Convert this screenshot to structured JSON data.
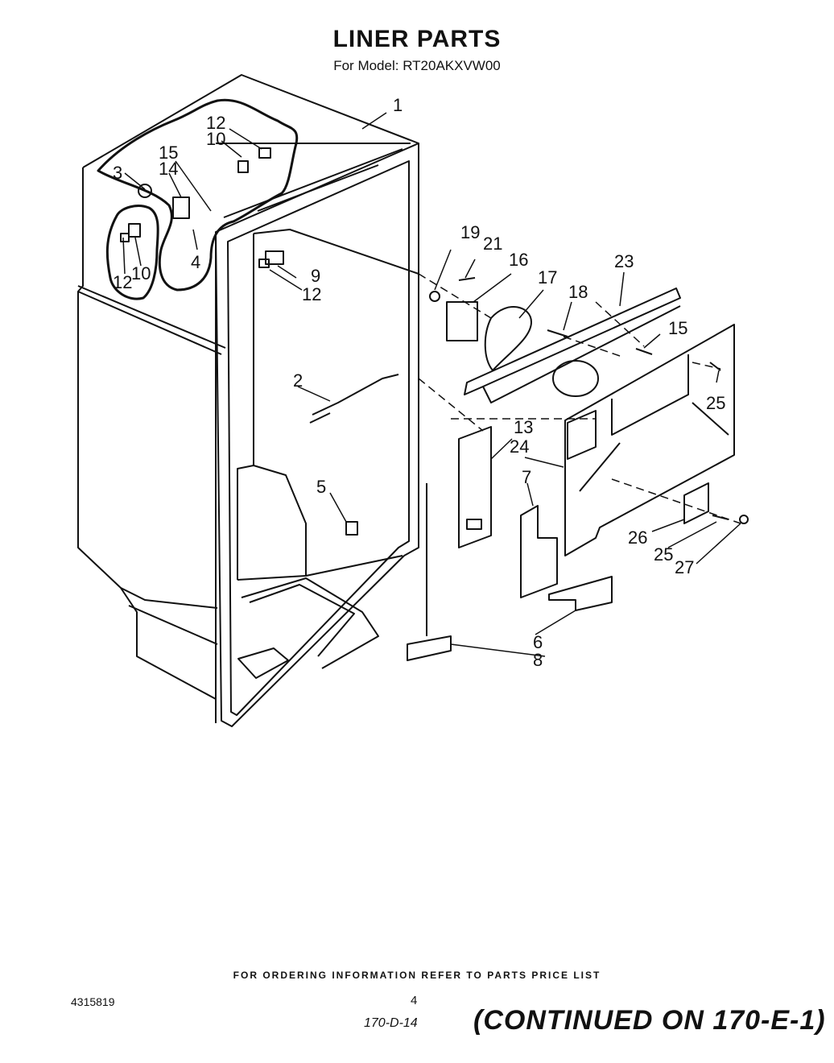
{
  "header": {
    "title": "LINER PARTS",
    "subtitle": "For Model: RT20AKXVW00"
  },
  "callouts": [
    {
      "id": "c1",
      "label": "1"
    },
    {
      "id": "c2",
      "label": "2"
    },
    {
      "id": "c3",
      "label": "3"
    },
    {
      "id": "c4",
      "label": "4"
    },
    {
      "id": "c5",
      "label": "5"
    },
    {
      "id": "c6",
      "label": "6"
    },
    {
      "id": "c7",
      "label": "7"
    },
    {
      "id": "c8",
      "label": "8"
    },
    {
      "id": "c9",
      "label": "9"
    },
    {
      "id": "c10a",
      "label": "10"
    },
    {
      "id": "c10b",
      "label": "10"
    },
    {
      "id": "c12a",
      "label": "12"
    },
    {
      "id": "c12b",
      "label": "12"
    },
    {
      "id": "c12c",
      "label": "12"
    },
    {
      "id": "c13",
      "label": "13"
    },
    {
      "id": "c14",
      "label": "14"
    },
    {
      "id": "c15a",
      "label": "15"
    },
    {
      "id": "c15b",
      "label": "15"
    },
    {
      "id": "c16",
      "label": "16"
    },
    {
      "id": "c17",
      "label": "17"
    },
    {
      "id": "c18",
      "label": "18"
    },
    {
      "id": "c19",
      "label": "19"
    },
    {
      "id": "c21",
      "label": "21"
    },
    {
      "id": "c23",
      "label": "23"
    },
    {
      "id": "c24",
      "label": "24"
    },
    {
      "id": "c25a",
      "label": "25"
    },
    {
      "id": "c25b",
      "label": "25"
    },
    {
      "id": "c26",
      "label": "26"
    },
    {
      "id": "c27",
      "label": "27"
    }
  ],
  "footer": {
    "note": "FOR ORDERING INFORMATION REFER TO PARTS PRICE LIST",
    "doc_number": "4315819",
    "page_number": "4",
    "handwritten_ref": "170-D-14",
    "continued": "(CONTINUED ON 170-E-1)"
  }
}
